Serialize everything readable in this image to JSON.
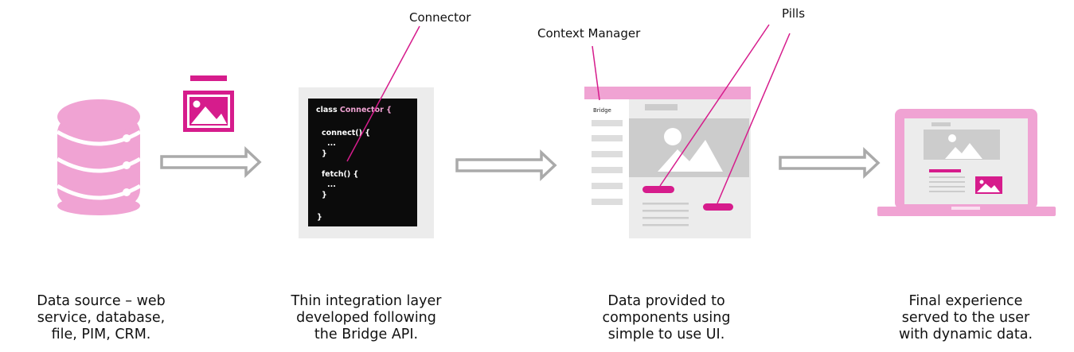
{
  "colors": {
    "accent": "#d61c8c",
    "accent_light": "#f0a3d3",
    "gray_light": "#ececec",
    "gray_mid": "#cccccc",
    "arrow": "#aaaaaa",
    "code_bg": "#0b0b0b"
  },
  "callouts": {
    "connector": "Connector",
    "context_manager": "Context Manager",
    "pills": "Pills"
  },
  "code": {
    "class_keyword": "class",
    "class_name": "Connector",
    "class_open": "{",
    "connect_sig": "connect() {",
    "connect_body": "...",
    "connect_close": "}",
    "fetch_sig": "fetch() {",
    "fetch_body": "...",
    "fetch_close": "}",
    "class_close": "}"
  },
  "ui_mock": {
    "sidebar_label": "Bridge"
  },
  "icons": {
    "database": "database-icon",
    "image": "image-icon",
    "flow_arrow": "arrow-right-icon",
    "laptop": "laptop-icon"
  },
  "captions": {
    "data_source": [
      "Data source – web",
      "service, database,",
      "file, PIM, CRM."
    ],
    "integration": [
      "Thin integration layer",
      "developed following",
      "the Bridge API."
    ],
    "components": [
      "Data provided to",
      "components using",
      "simple to use UI."
    ],
    "experience": [
      "Final experience",
      "served to the user",
      "with dynamic data."
    ]
  }
}
